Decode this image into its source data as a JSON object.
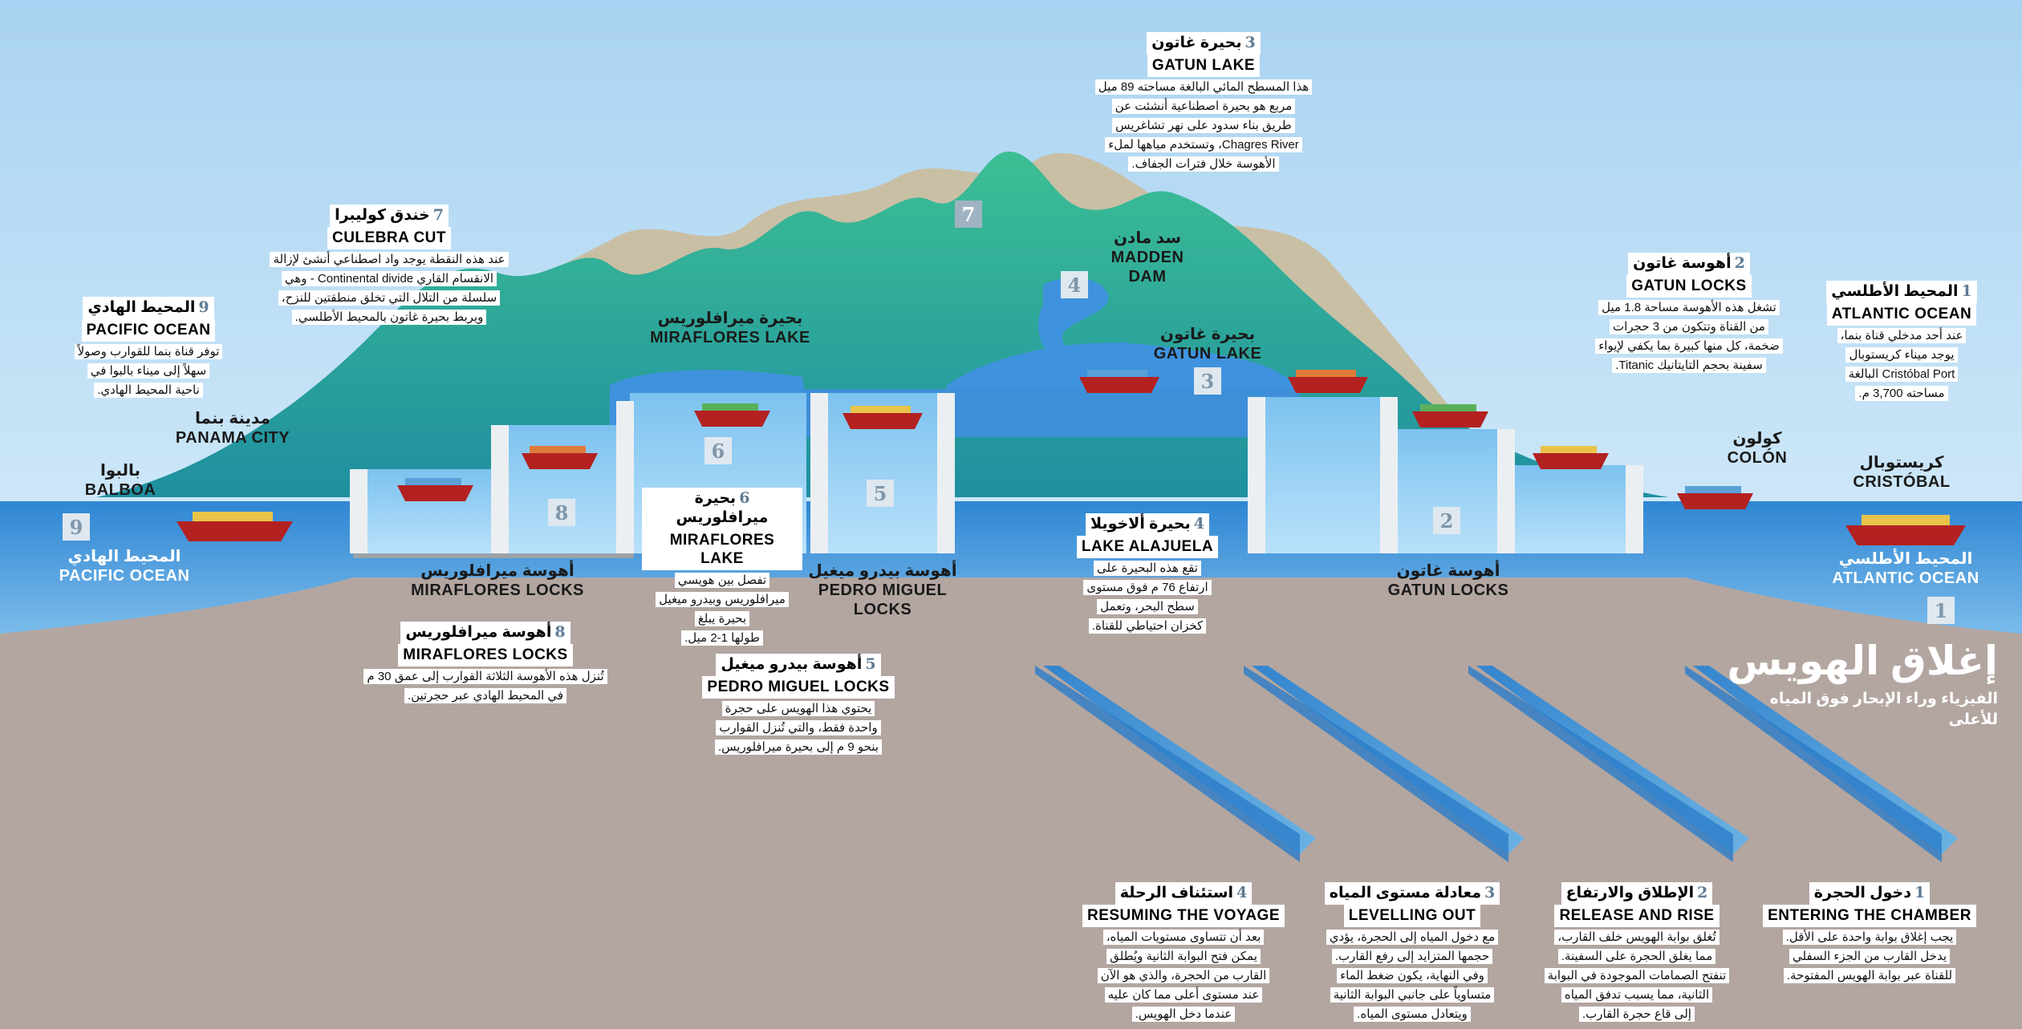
{
  "title": {
    "main": "إغلاق الهويس",
    "subtitle": "الفيزياء وراء الإبحار فوق المياه للأعلى"
  },
  "colors": {
    "sky": "#b9dcf3",
    "ground": "#b3a6a1",
    "mountain_front": "#3fbf9a",
    "mountain_back": "#c9bfa5",
    "water": "#3d8fd8",
    "water_light": "#8fc6ec",
    "badge": "#9fb3c2"
  },
  "places": {
    "balboa": {
      "ar": "بالبوا",
      "en": "BALBOA"
    },
    "panama_city": {
      "ar": "مدينة بنما",
      "en": "PANAMA CITY"
    },
    "pacific_ocean": {
      "ar": "المحيط الهادي",
      "en": "PACIFIC OCEAN",
      "num": "9"
    },
    "miraflores_lake": {
      "ar": "بحيرة ميرافلوريس",
      "en": "MIRAFLORES LAKE"
    },
    "madden_dam": {
      "ar": "سد مادن",
      "en1": "MADDEN",
      "en2": "DAM"
    },
    "gatun_lake": {
      "ar": "بحيرة غاتون",
      "en": "GATUN LAKE"
    },
    "colon": {
      "ar": "كولون",
      "en": "COLÓN"
    },
    "cristobal": {
      "ar": "كريستوبال",
      "en": "CRISTÓBAL"
    },
    "atlantic_ocean": {
      "ar": "المحيط الأطلسي",
      "en": "ATLANTIC OCEAN"
    },
    "miraflores_locks": {
      "ar": "أهوسة ميرافلوريس",
      "en": "MIRAFLORES LOCKS"
    },
    "pedro_miguel_locks": {
      "ar": "أهوسة بيدرو ميغيل",
      "en1": "PEDRO MIGUEL",
      "en2": "LOCKS"
    },
    "gatun_locks": {
      "ar": "أهوسة غاتون",
      "en": "GATUN LOCKS"
    }
  },
  "badges": [
    "7",
    "4",
    "3",
    "6",
    "5",
    "8",
    "2",
    "9",
    "1"
  ],
  "cards": {
    "atlantic": {
      "num": "1",
      "ar": "المحيط الأطلسي",
      "en": "ATLANTIC OCEAN",
      "body": [
        "عند أحد مدخلي قناة بنما،",
        "يوجد ميناء كريستوبال",
        "Cristóbal Port البالغة",
        "مساحته 3,700 م."
      ]
    },
    "gatun_locks": {
      "num": "2",
      "ar": "أهوسة غاتون",
      "en": "GATUN LOCKS",
      "body": [
        "تشغل هذه الأهوسة مساحة 1.8 ميل",
        "من القناة وتتكون من 3 حجرات",
        "ضخمة، كل منها كبيرة بما يكفي لإيواء",
        "سفينة بحجم التايتانيك Titanic."
      ]
    },
    "gatun_lake": {
      "num": "3",
      "ar": "بحيرة غاتون",
      "en": "GATUN LAKE",
      "body": [
        "هذا المسطح المائي البالغة مساحته 89 ميل",
        "مربع هو بحيرة اصطناعية أنشئت عن",
        "طريق بناء سدود على نهر تشاغريس",
        "Chagres River، وتستخدم مياهها لملء",
        "الأهوسة خلال فترات الجفاف."
      ]
    },
    "lake_alajuela": {
      "num": "4",
      "ar": "بحيرة ألاخويلا",
      "en": "LAKE ALAJUELA",
      "body": [
        "تقع هذه البحيرة على",
        "ارتفاع 76 م فوق مستوى",
        "سطح البحر، وتعمل",
        "كخزان احتياطي للقناة."
      ]
    },
    "pedro_miguel": {
      "num": "5",
      "ar": "أهوسة بيدرو ميغيل",
      "en": "PEDRO MIGUEL LOCKS",
      "body": [
        "يحتوي هذا الهويس على حجرة",
        "واحدة فقط، والتي تُنزل القوارب",
        "بنحو 9 م إلى بحيرة ميرافلوريس."
      ]
    },
    "miraflores_lake": {
      "num": "6",
      "ar": "بحيرة ميرافلوريس",
      "en": "MIRAFLORES LAKE",
      "body": [
        "تفصل بين هويسي",
        "ميرافلوريس وبيدرو ميغيل",
        "بحيرة يبلغ",
        "طولها 1-2 ميل."
      ]
    },
    "culebra": {
      "num": "7",
      "ar": "خندق كوليبرا",
      "en": "CULEBRA CUT",
      "body": [
        "عند هذه النقطة يوجد واد اصطناعي أنشئ لإزالة",
        "الانقسام القاري Continental divide - وهي",
        "سلسلة من التلال التي تخلق منطقتين للنزح،",
        "ويربط بحيرة غاتون بالمحيط الأطلسي."
      ]
    },
    "miraflores_locks": {
      "num": "8",
      "ar": "أهوسة ميرافلوريس",
      "en": "MIRAFLORES LOCKS",
      "body": [
        "تُنزل هذه الأهوسة الثلاثة القوارب إلى عمق 30 م",
        "في المحيط الهادي عبر حجرتين."
      ]
    },
    "pacific": {
      "num": "9",
      "ar": "المحيط الهادي",
      "en": "PACIFIC OCEAN",
      "body": [
        "توفر قناة بنما للقوارب وصولاً",
        "سهلاً إلى ميناء بالبوا في",
        "ناحية المحيط الهادي."
      ]
    }
  },
  "steps": [
    {
      "num": "1",
      "ar": "دخول الحجرة",
      "en": "ENTERING THE CHAMBER",
      "body": [
        "يجب إغلاق بوابة واحدة على الأقل.",
        "يدخل القارب من الجزء السفلي",
        "للقناة عبر بوابة الهويس المفتوحة."
      ]
    },
    {
      "num": "2",
      "ar": "الإطلاق والارتفاع",
      "en": "RELEASE AND RISE",
      "body": [
        "تُغلق بوابة الهويس خلف القارب،",
        "مما يغلق الحجرة على السفينة.",
        "تنفتح الصمامات الموجودة في البوابة",
        "الثانية، مما يسبب تدفق المياه",
        "إلى قاع حجرة القارب."
      ]
    },
    {
      "num": "3",
      "ar": "معادلة مستوى المياه",
      "en": "LEVELLING OUT",
      "body": [
        "مع دخول المياه إلى الحجرة، يؤدي",
        "حجمها المتزايد إلى رفع القارب.",
        "وفي النهاية، يكون ضغط الماء",
        "متساوياً على جانبي البوابة الثانية",
        "ويتعادل مستوى المياه."
      ]
    },
    {
      "num": "4",
      "ar": "استئناف الرحلة",
      "en": "RESUMING THE VOYAGE",
      "body": [
        "بعد أن تتساوى مستويات المياه،",
        "يمكن فتح البوابة الثانية ويُطلق",
        "القارب من الحجرة، والذي هو الآن",
        "عند مستوى أعلى مما كان عليه",
        "عندما دخل الهويس."
      ]
    }
  ]
}
